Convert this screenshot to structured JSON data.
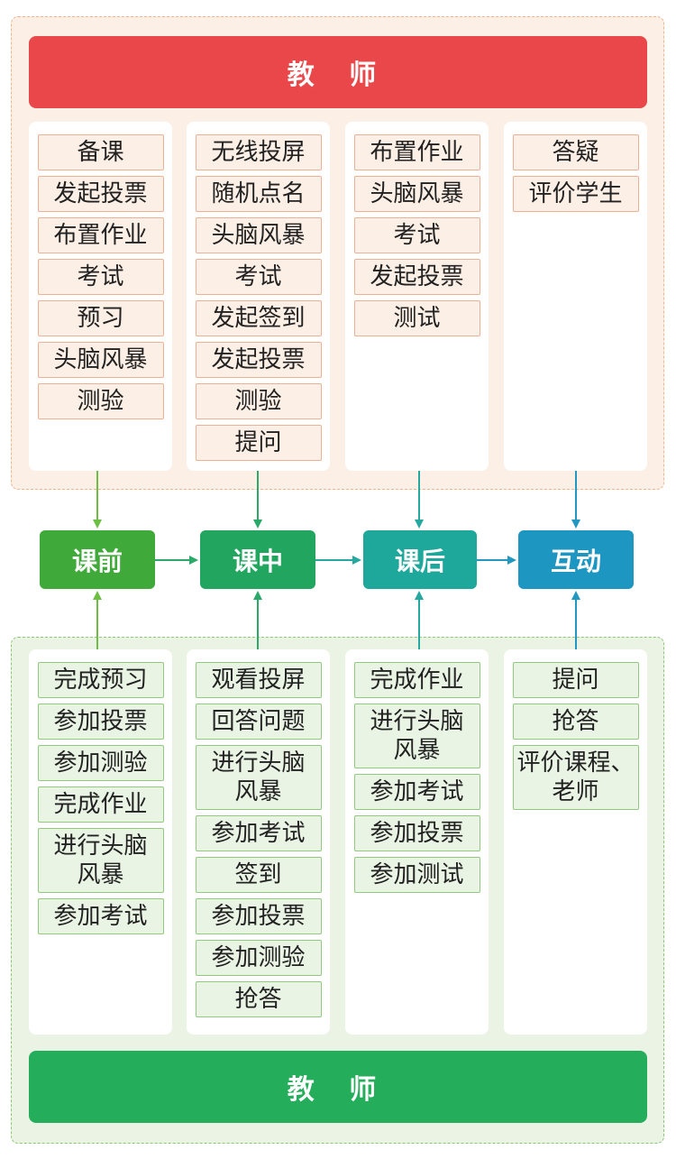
{
  "teacher": {
    "title": "教 师",
    "columns": [
      [
        "备课",
        "发起投票",
        "布置作业",
        "考试",
        "预习",
        "头脑风暴",
        "测验"
      ],
      [
        "无线投屏",
        "随机点名",
        "头脑风暴",
        "考试",
        "发起签到",
        "发起投票",
        "测验",
        "提问"
      ],
      [
        "布置作业",
        "头脑风暴",
        "考试",
        "发起投票",
        "测试"
      ],
      [
        "答疑",
        "评价学生"
      ]
    ]
  },
  "stages": [
    "课前",
    "课中",
    "课后",
    "互动"
  ],
  "student": {
    "title": "教 师",
    "columns": [
      [
        "完成预习",
        "参加投票",
        "参加测验",
        "完成作业",
        "进行头脑\n风暴",
        "参加考试"
      ],
      [
        "观看投屏",
        "回答问题",
        "进行头脑\n风暴",
        "参加考试",
        "签到",
        "参加投票",
        "参加测验",
        "抢答"
      ],
      [
        "完成作业",
        "进行头脑\n风暴",
        "参加考试",
        "参加投票",
        "参加测试"
      ],
      [
        "提问",
        "抢答",
        "评价课程、\n老师"
      ]
    ]
  },
  "colors": {
    "teacher_banner": "#e9474a",
    "student_banner": "#24ad5a",
    "stage_1": "#3fa93a",
    "stage_2": "#22a65f",
    "stage_3": "#1ea89c",
    "stage_4": "#1e96c2"
  }
}
